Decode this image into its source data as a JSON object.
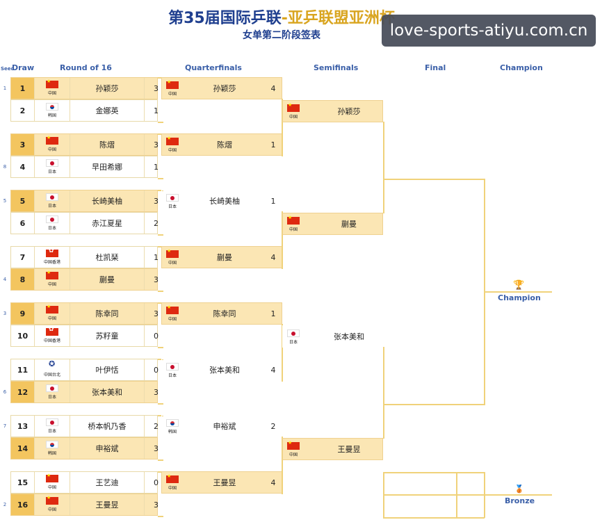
{
  "title_main": "第35届国际乒联",
  "title_accent": "-亚乒联盟亚洲杯",
  "subtitle": "女单第二阶段签表",
  "watermark": "love-sports-atiyu.com.cn",
  "headers": {
    "seed": "Seed",
    "draw": "Draw",
    "round16": "Round of 16",
    "quarterfinals": "Quarterfinals",
    "semifinals": "Semifinals",
    "final": "Final",
    "champion": "Champion"
  },
  "round16": [
    {
      "draw": "1",
      "name": "孙颖莎",
      "score": "3",
      "flag": "cn",
      "country": "中国",
      "winner": true,
      "seed": "1"
    },
    {
      "draw": "2",
      "name": "金娜英",
      "score": "1",
      "flag": "kr",
      "country": "韩国",
      "winner": false,
      "seed": ""
    },
    {
      "draw": "3",
      "name": "陈熠",
      "score": "3",
      "flag": "cn",
      "country": "中国",
      "winner": true,
      "seed": ""
    },
    {
      "draw": "4",
      "name": "早田希娜",
      "score": "1",
      "flag": "jp",
      "country": "日本",
      "winner": false,
      "seed": "8"
    },
    {
      "draw": "5",
      "name": "长崎美柚",
      "score": "3",
      "flag": "jp",
      "country": "日本",
      "winner": true,
      "seed": "5"
    },
    {
      "draw": "6",
      "name": "赤江夏星",
      "score": "2",
      "flag": "jp",
      "country": "日本",
      "winner": false,
      "seed": ""
    },
    {
      "draw": "7",
      "name": "杜凯琹",
      "score": "1",
      "flag": "hk",
      "country": "中国香港",
      "winner": false,
      "seed": ""
    },
    {
      "draw": "8",
      "name": "蒯曼",
      "score": "3",
      "flag": "cn",
      "country": "中国",
      "winner": true,
      "seed": "4"
    },
    {
      "draw": "9",
      "name": "陈幸同",
      "score": "3",
      "flag": "cn",
      "country": "中国",
      "winner": true,
      "seed": "3"
    },
    {
      "draw": "10",
      "name": "苏籽童",
      "score": "0",
      "flag": "hk",
      "country": "中国香港",
      "winner": false,
      "seed": ""
    },
    {
      "draw": "11",
      "name": "叶伊恬",
      "score": "0",
      "flag": "tw",
      "country": "中国台北",
      "winner": false,
      "seed": ""
    },
    {
      "draw": "12",
      "name": "张本美和",
      "score": "3",
      "flag": "jp",
      "country": "日本",
      "winner": true,
      "seed": "6"
    },
    {
      "draw": "13",
      "name": "桥本帆乃香",
      "score": "2",
      "flag": "jp",
      "country": "日本",
      "winner": false,
      "seed": "7"
    },
    {
      "draw": "14",
      "name": "申裕斌",
      "score": "3",
      "flag": "kr",
      "country": "韩国",
      "winner": true,
      "seed": ""
    },
    {
      "draw": "15",
      "name": "王艺迪",
      "score": "0",
      "flag": "cn",
      "country": "中国",
      "winner": false,
      "seed": ""
    },
    {
      "draw": "16",
      "name": "王曼昱",
      "score": "3",
      "flag": "cn",
      "country": "中国",
      "winner": true,
      "seed": "2"
    }
  ],
  "quarterfinals": [
    {
      "name": "孙颖莎",
      "score": "4",
      "flag": "cn",
      "country": "中国",
      "winner": true
    },
    {
      "name": "陈熠",
      "score": "1",
      "flag": "cn",
      "country": "中国",
      "winner": true
    },
    {
      "name": "长崎美柚",
      "score": "1",
      "flag": "jp",
      "country": "日本",
      "winner": false
    },
    {
      "name": "蒯曼",
      "score": "4",
      "flag": "cn",
      "country": "中国",
      "winner": true
    },
    {
      "name": "陈幸同",
      "score": "1",
      "flag": "cn",
      "country": "中国",
      "winner": true
    },
    {
      "name": "张本美和",
      "score": "4",
      "flag": "jp",
      "country": "日本",
      "winner": false
    },
    {
      "name": "申裕斌",
      "score": "2",
      "flag": "kr",
      "country": "韩国",
      "winner": false
    },
    {
      "name": "王曼昱",
      "score": "4",
      "flag": "cn",
      "country": "中国",
      "winner": true
    }
  ],
  "semifinals": [
    {
      "name": "孙颖莎",
      "flag": "cn",
      "country": "中国",
      "winner": true
    },
    {
      "name": "蒯曼",
      "flag": "cn",
      "country": "中国",
      "winner": true
    },
    {
      "name": "张本美和",
      "flag": "jp",
      "country": "日本",
      "winner": false
    },
    {
      "name": "王曼昱",
      "flag": "cn",
      "country": "中国",
      "winner": true
    }
  ],
  "champion_label": "Champion",
  "bronze_label": "Bronze"
}
